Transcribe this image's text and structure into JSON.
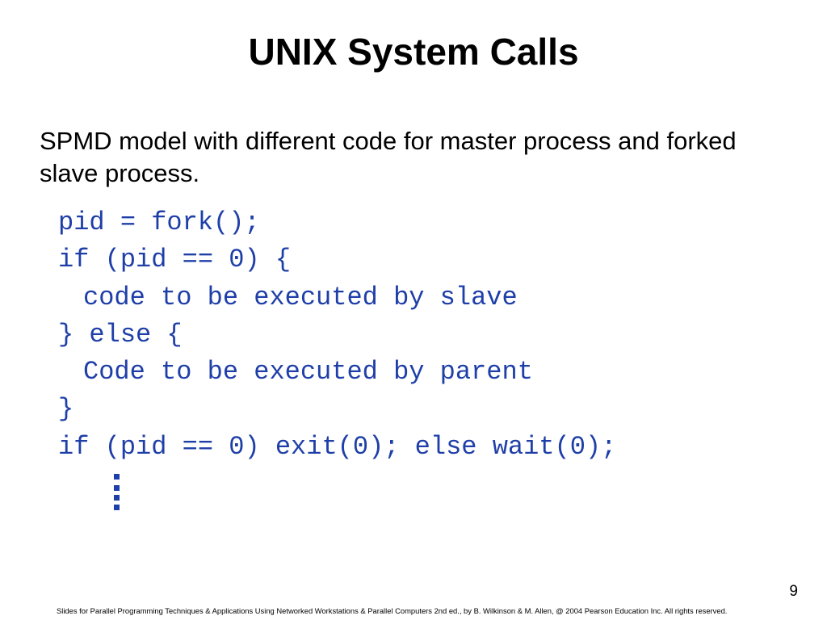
{
  "slide": {
    "title": "UNIX System Calls",
    "intro": "SPMD model with different code for master process and forked slave process.",
    "code_lines": [
      "pid = fork();",
      "if (pid == 0) {",
      "code to be executed by slave",
      "} else {",
      "Code to be executed by parent",
      "}",
      "if (pid == 0) exit(0); else wait(0);"
    ],
    "code_color": "#1f3fa8",
    "page_number": "9",
    "footer": "Slides for Parallel Programming Techniques & Applications Using Networked Workstations & Parallel Computers 2nd ed., by B. Wilkinson & M. Allen, @ 2004 Pearson Education Inc. All rights reserved."
  }
}
